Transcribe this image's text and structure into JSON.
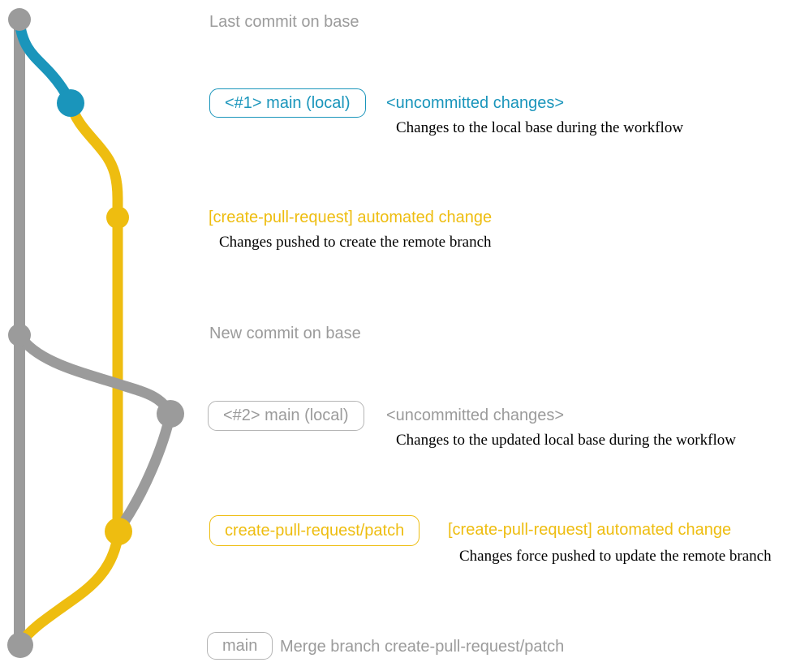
{
  "colors": {
    "gray": "#9b9b9b",
    "gray-light": "#b5b5b5",
    "blue": "#1a95bb",
    "yellow": "#eebd10",
    "ink": "#000000"
  },
  "graph": {
    "dots": [
      {
        "name": "base-commit-top",
        "color": "gray"
      },
      {
        "name": "local-commit-1",
        "color": "blue"
      },
      {
        "name": "remote-commit-1",
        "color": "yellow"
      },
      {
        "name": "base-commit-new",
        "color": "gray"
      },
      {
        "name": "local-commit-2",
        "color": "gray"
      },
      {
        "name": "remote-commit-2",
        "color": "yellow"
      },
      {
        "name": "merge-commit",
        "color": "gray"
      }
    ]
  },
  "annotations": {
    "last_commit_note": "Last commit on base",
    "commit1": {
      "branch_badge": "<#1> main (local)",
      "status": "<uncommitted changes>",
      "description": "Changes to the local base during the workflow"
    },
    "push1": {
      "title": "[create-pull-request] automated change",
      "description": "Changes pushed to create the remote branch"
    },
    "new_commit_note": "New commit on base",
    "commit2": {
      "branch_badge": "<#2> main (local)",
      "status": "<uncommitted changes>",
      "description": "Changes to the updated local base during the workflow"
    },
    "push2": {
      "branch_badge": "create-pull-request/patch",
      "title": "[create-pull-request] automated change",
      "description": "Changes force pushed to update the remote branch"
    },
    "merge": {
      "branch_badge": "main",
      "message": "Merge branch create-pull-request/patch"
    }
  }
}
